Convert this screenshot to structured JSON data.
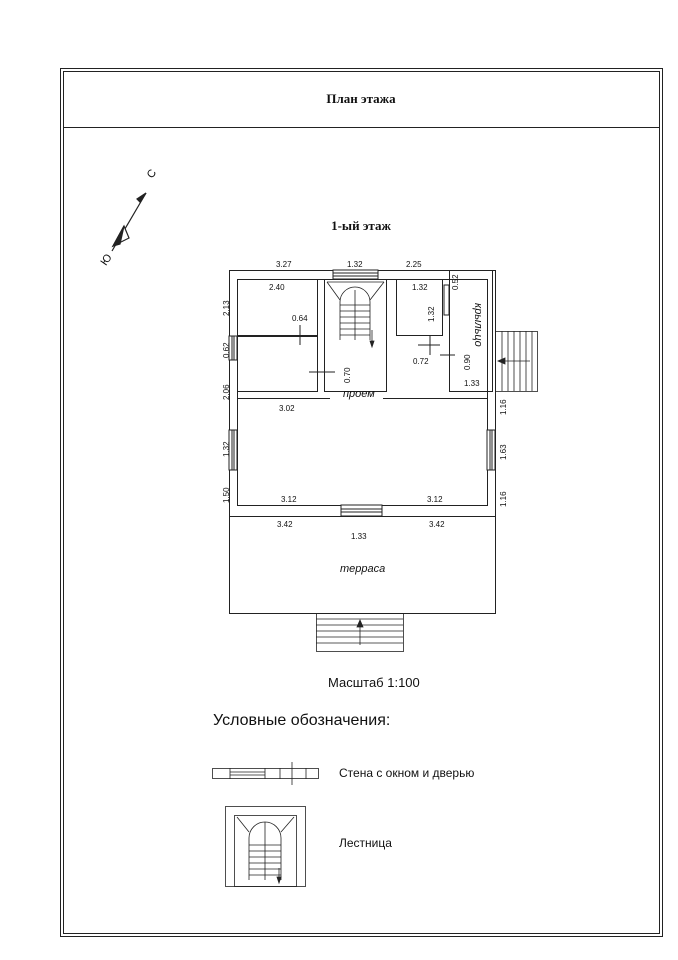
{
  "header": {
    "title": "План этажа"
  },
  "plan": {
    "floor_title": "1-ый этаж",
    "compass": {
      "north": "С",
      "south": "Ю"
    },
    "labels": {
      "opening": "проем",
      "porch": "крыльцо",
      "terrace": "терраса"
    },
    "dimensions": {
      "top_left": "3.27",
      "top_mid": "1.32",
      "top_right": "2.25",
      "room1_width": "2.40",
      "room2_width": "1.32",
      "porch_top": "0.52",
      "left_1": "2.13",
      "left_2": "0.62",
      "left_3": "2.06",
      "left_4": "1.32",
      "left_5": "1.50",
      "door1": "0.64",
      "door2": "0.70",
      "door3": "0.72",
      "porch_side": "1.32",
      "porch_door": "0.90",
      "porch_bottom": "1.33",
      "hall_top": "3.02",
      "right_1": "1.16",
      "right_2": "1.63",
      "right_3": "1.16",
      "hall_bottom_left": "3.12",
      "hall_bottom_right": "3.12",
      "terrace_left": "3.42",
      "terrace_right": "3.42",
      "terrace_door": "1.33"
    },
    "scale": "Масштаб 1:100"
  },
  "legend": {
    "heading": "Условные обозначения:",
    "items": [
      {
        "label": "Стена с  окном и дверью",
        "icon": "wall-window-door-icon"
      },
      {
        "label": "Лестница",
        "icon": "staircase-icon"
      }
    ]
  }
}
